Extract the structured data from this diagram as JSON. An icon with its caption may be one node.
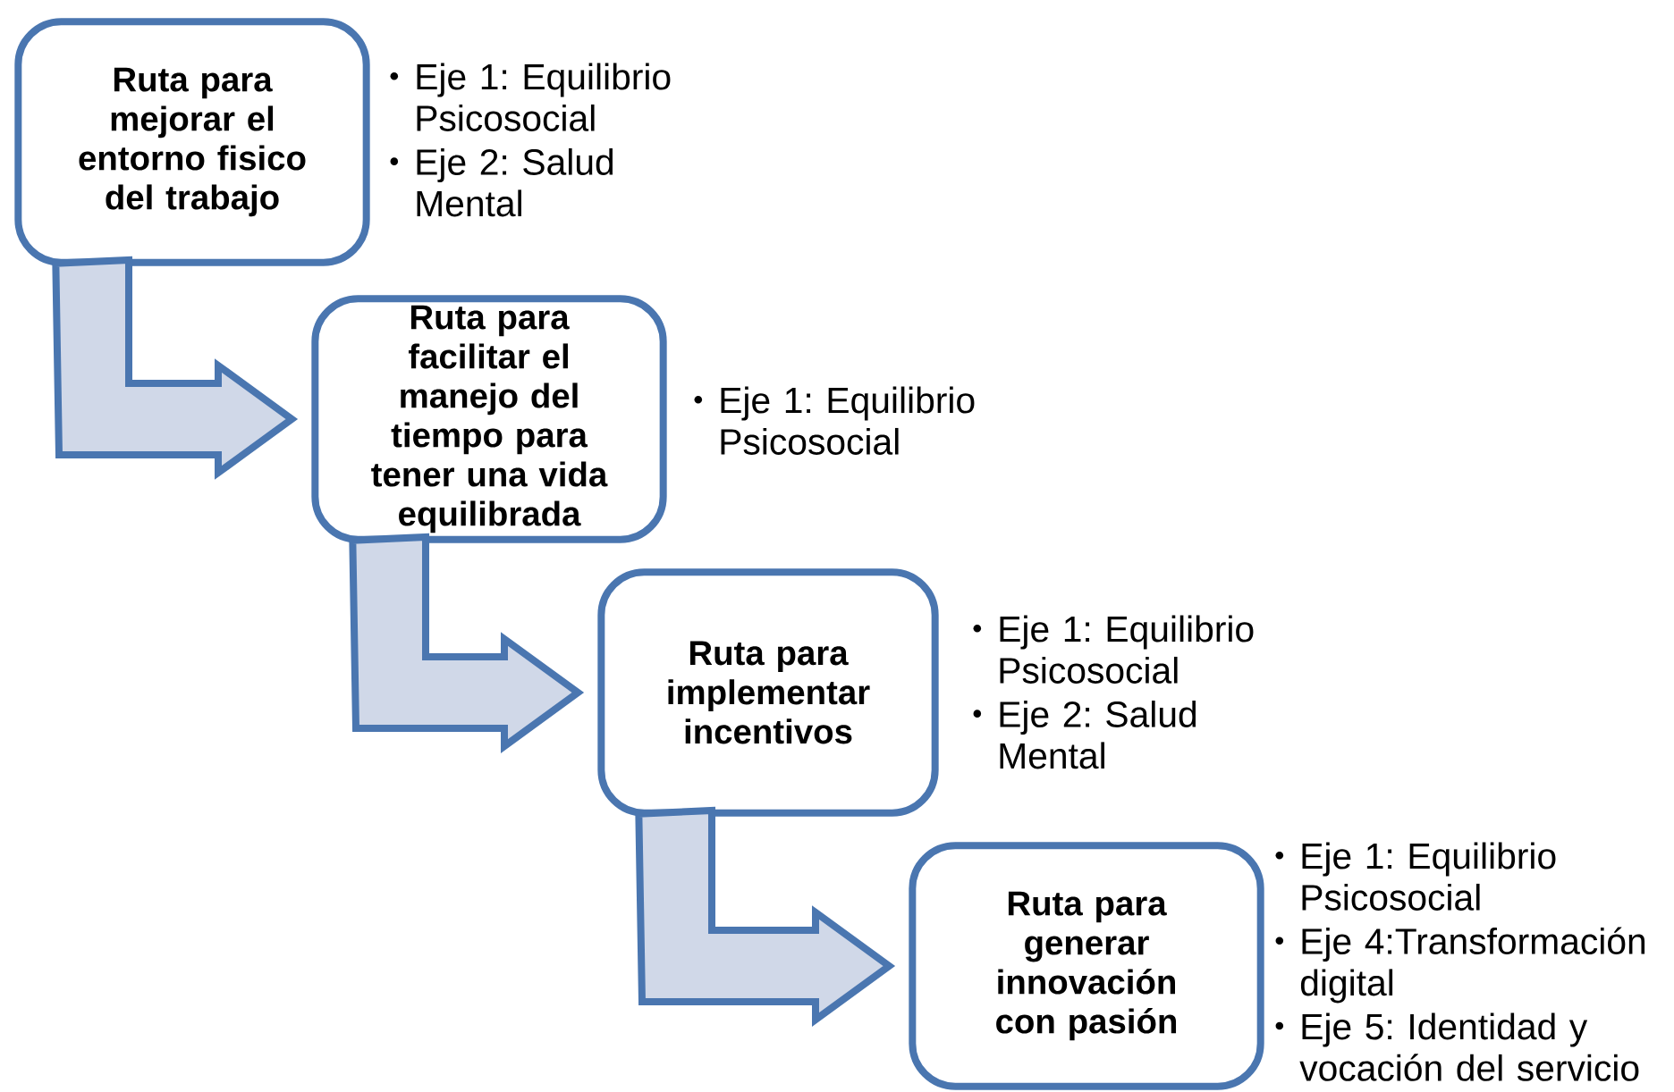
{
  "diagram": {
    "nodes": [
      {
        "text": [
          "Ruta para mejorar el entorno fisico del trabajo"
        ],
        "beside": [
          "Eje 1: Equilibrio Psicosocial",
          "Eje 2: Salud Mental"
        ]
      },
      {
        "text": [
          "Ruta para facilitar el manejo del tiempo para tener una vida equilibrada"
        ],
        "beside": [
          "Eje 1: Equilibrio Psicosocial"
        ]
      },
      {
        "text": [
          "Ruta para implementar incentivos"
        ],
        "beside": [
          "Eje 1: Equilibrio Psicosocial",
          "Eje 2: Salud Mental"
        ]
      },
      {
        "text": [
          "Ruta para generar innovación con pasión"
        ],
        "beside": [
          "Eje 1: Equilibrio Psicosocial",
          "Eje 4:Transformación digital",
          "Eje 5: Identidad y vocación del servicio"
        ]
      }
    ],
    "edges": [
      {
        "from": 0,
        "to": 1,
        "arrow": "to"
      },
      {
        "from": 1,
        "to": 2,
        "arrow": "to"
      },
      {
        "from": 2,
        "to": 3,
        "arrow": "to"
      }
    ]
  }
}
